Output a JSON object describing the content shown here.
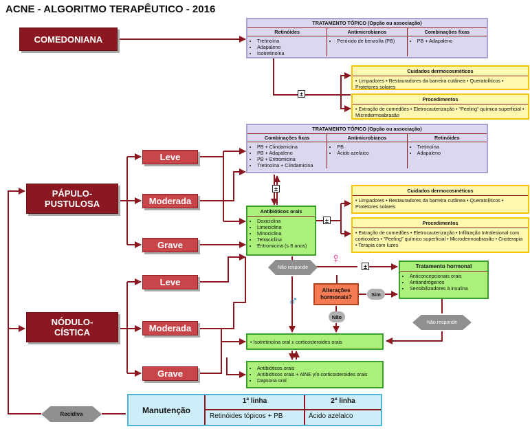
{
  "title": "ACNE - ALGORITMO TERAPÊUTICO - 2016",
  "categories": {
    "comedoniana": "COMEDONIANA",
    "papulo": [
      "PÁPULO-",
      "PUSTULOSA"
    ],
    "nodulo": [
      "NÓDULO-",
      "CÍSTICA"
    ]
  },
  "severity": {
    "leve": "Leve",
    "moderada": "Moderada",
    "grave": "Grave"
  },
  "topical1": {
    "title": "TRATAMENTO TÓPICO  (Opção ou associação)",
    "cols": [
      {
        "head": "Retinóides",
        "items": [
          "Tretinoína",
          "Adapaleno",
          "Isotretinoína"
        ]
      },
      {
        "head": "Antimicrobianos",
        "items": [
          "Peróxido de benzoíla (PB)"
        ]
      },
      {
        "head": "Combinações fixas",
        "items": [
          "PB + Adapaleno"
        ]
      }
    ]
  },
  "topical2": {
    "title": "TRATAMENTO TÓPICO  (Opção ou associação)",
    "cols": [
      {
        "head": "Combinações fixas",
        "items": [
          "PB + Clindamicina",
          "PB + Adapaleno",
          "PB + Eritromicina",
          "Tretinoína + Clindamicina"
        ]
      },
      {
        "head": "Antimicrobianos",
        "items": [
          "PB",
          "Ácido azelaico"
        ]
      },
      {
        "head": "Retinóides",
        "items": [
          "Tretinoína",
          "Adapaleno"
        ]
      }
    ]
  },
  "cuidados1": {
    "title": "Cuidados dermocosméticos",
    "text": "• Limpadores • Restauradores da barreira cutânea • Queratolíticos • Protetores solares"
  },
  "proced1": {
    "title": "Procedimentos",
    "text": "• Extração de comedões • Eletrocauterização • “Peeling” químico superficial • Microdermoabrasão"
  },
  "cuidados2": {
    "title": "Cuidados dermocosméticos",
    "text": "• Limpadores • Restauradores da barreira cutânea • Queratolíticos • Protetores solares"
  },
  "proced2": {
    "title": "Procedimentos",
    "text": "• Extração de comedões • Eletrocauterização • Infiltração Intralesional com corticoides • “Peeling” químico superficial • Microdermoabrasão • Crioterapia  • Terapia com luzes"
  },
  "antibioticos": {
    "title": "Antibióticos orais",
    "items": [
      "Doxiciclina",
      "Limeciclina",
      "Minociclina",
      "Tetraciclina",
      "Eritromicina (≤ 8 anos)"
    ]
  },
  "hormonal": {
    "title": "Tratamento hormonal",
    "items": [
      "Anticoncepcionais orais",
      "Antiandrógenos",
      "Sensibilizadores à insulina"
    ]
  },
  "isotretinoina": {
    "text": "Isotretinoína oral ±  corticosteroides orais"
  },
  "grave_box": {
    "items": [
      "Antibióticos orais",
      "Antibióticos orais + AINE y/o corticosteroides orais",
      "Dapsona oral"
    ]
  },
  "alteracoes": [
    "Alterações",
    "hormonais?"
  ],
  "labels": {
    "nao_responde": "Não responde",
    "sim": "Sim",
    "nao": "Não",
    "recidiva": "Recidiva",
    "pm": "±"
  },
  "symbols": {
    "female": "♀",
    "male": "♂"
  },
  "manutencao": {
    "label": "Manutenção",
    "col1_head": "1ª linha",
    "col1_val": "Retinóides tópicos + PB",
    "col2_head": "2ª linha",
    "col2_val": "Ácido azelaico"
  },
  "colors": {
    "dark_red": "#8b1820",
    "severity_red": "#c8464a",
    "topical_bg": "#dcd7ee",
    "yellow_bg": "#fff9b0",
    "green_bg": "#aaf07a",
    "orange_bg": "#f47b52",
    "blue_bg": "#cdeef8",
    "female": "#e0197d",
    "male": "#1e7fc1"
  }
}
